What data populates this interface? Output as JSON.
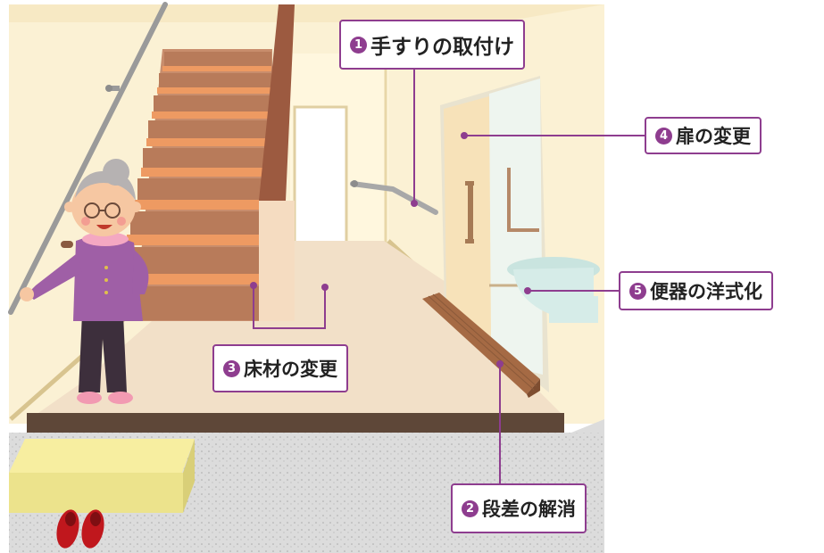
{
  "callouts": [
    {
      "number": "1",
      "label": "手すりの取付け"
    },
    {
      "number": "2",
      "label": "段差の解消"
    },
    {
      "number": "3",
      "label": "床材の変更"
    },
    {
      "number": "4",
      "label": "扉の変更"
    },
    {
      "number": "5",
      "label": "便器の洋式化"
    }
  ],
  "colors": {
    "accent": "#8e3d8f",
    "wall": "#fbf1d4",
    "floor": "#f2e0c8",
    "stair_tread": "#ee9a62",
    "stair_riser": "#b87b5a",
    "entry_floor": "#dcdcdc"
  }
}
